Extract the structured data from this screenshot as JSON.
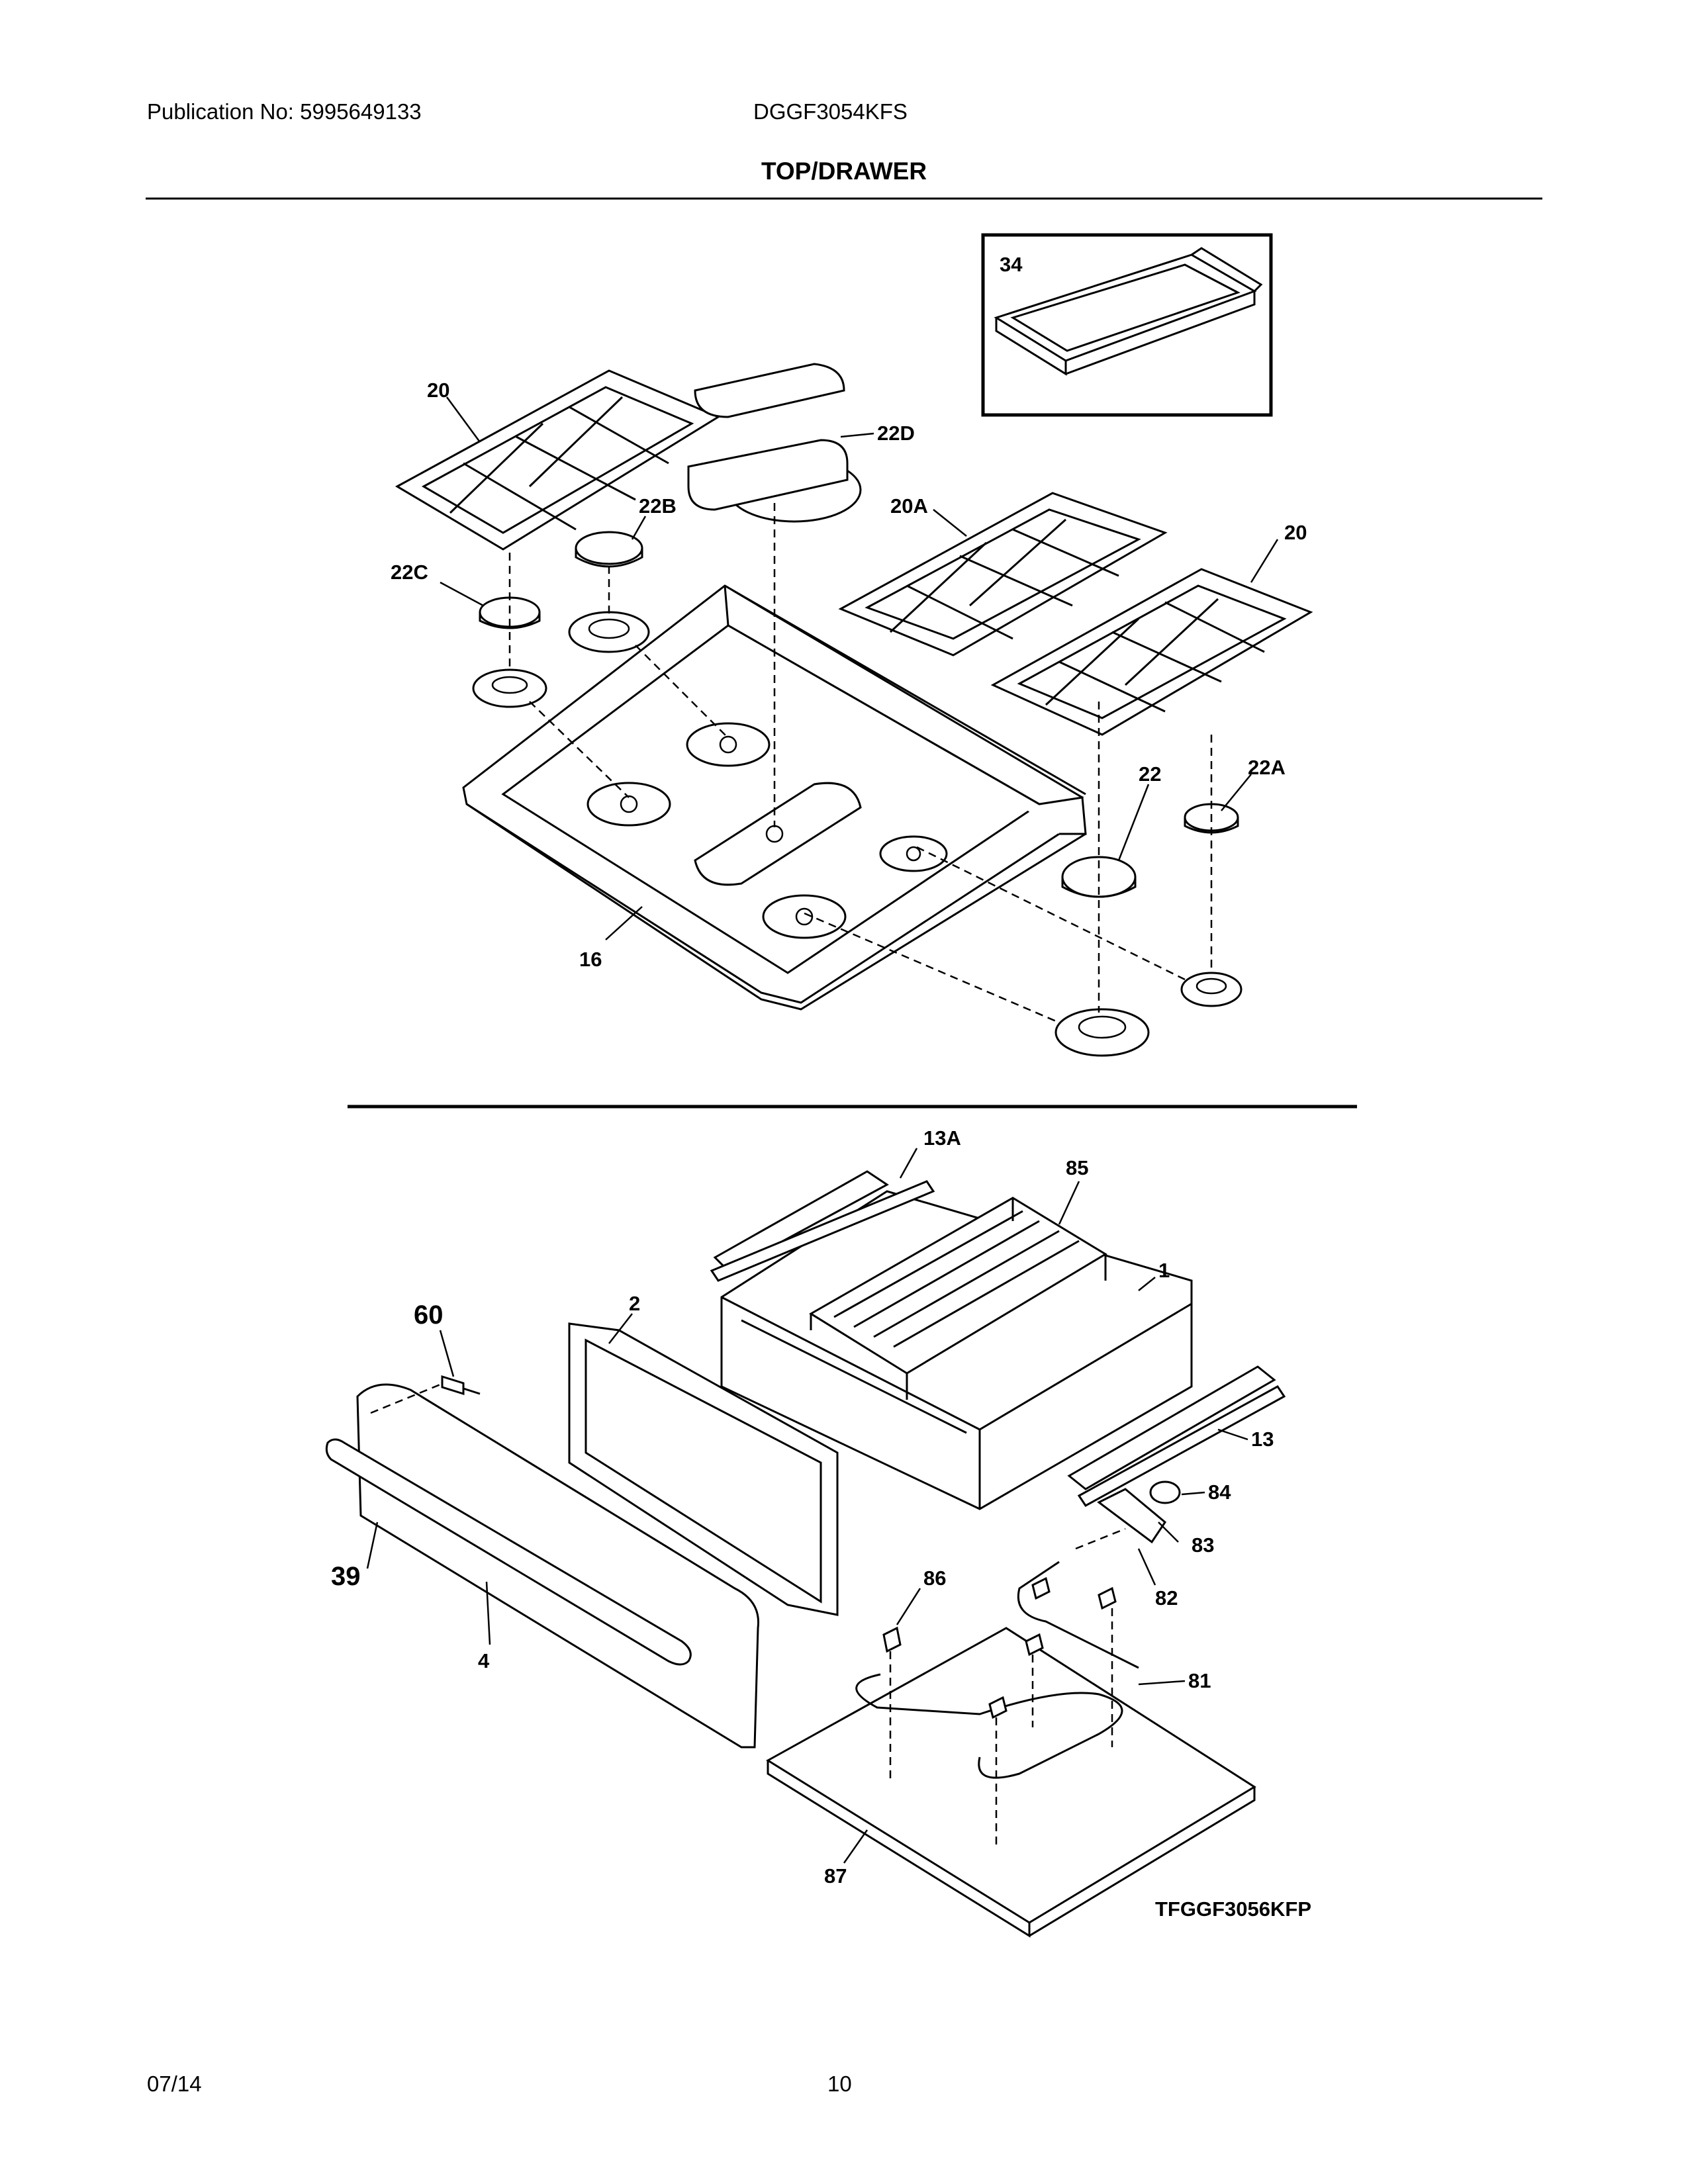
{
  "header": {
    "publication": "Publication No: 5995649133",
    "model": "DGGF3054KFS",
    "section_title": "TOP/DRAWER"
  },
  "footer": {
    "date": "07/14",
    "page": "10"
  },
  "diagram": {
    "drawing_code": "TFGGF3056KFP",
    "callouts": {
      "c34": "34",
      "c20_left": "20",
      "c22D": "22D",
      "c22B": "22B",
      "c20A": "20A",
      "c20_right": "20",
      "c22C": "22C",
      "c22": "22",
      "c22A": "22A",
      "c16": "16",
      "c13A": "13A",
      "c85": "85",
      "c1": "1",
      "c60": "60",
      "c2": "2",
      "c13": "13",
      "c84": "84",
      "c83": "83",
      "c39": "39",
      "c86": "86",
      "c82": "82",
      "c4": "4",
      "c81": "81",
      "c87": "87"
    }
  }
}
